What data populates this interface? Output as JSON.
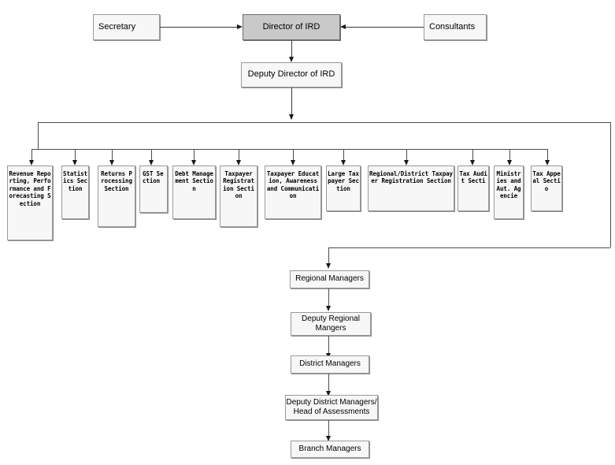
{
  "chart": {
    "title": "IRD Organisational Structure Chart",
    "type": "org-chart",
    "colors": {
      "box_fill": "#f7f7f7",
      "box_border": "#9a9a9a",
      "highlight_fill": "#c9c9c9",
      "highlight_border": "#6e6e6e",
      "connector": "#4c4c4c",
      "arrow": "#1a1a1a",
      "background": "#ffffff"
    }
  },
  "top_tier": {
    "secretary": "Secretary",
    "director": "Director of IRD",
    "consultants": "Consultants",
    "deputy_director": "Deputy Director of IRD"
  },
  "sections": [
    {
      "label": "Revenue Reporting, Performance and Forecasting Section"
    },
    {
      "label": "Statistics Section"
    },
    {
      "label": "Returns Processing Section"
    },
    {
      "label": "GST Section"
    },
    {
      "label": "Debt Management Section"
    },
    {
      "label": "Taxpayer Registration Section"
    },
    {
      "label": "Taxpayer Education, Awareness and Communication"
    },
    {
      "label": "Large Taxpayer Section"
    },
    {
      "label": "Regional/District Taxpayer Registration Section"
    },
    {
      "label": "Tax Audit Secti"
    },
    {
      "label": "Ministries and Aut. Agencie"
    },
    {
      "label": "Tax Appeal Sectio"
    }
  ],
  "field_chain": [
    {
      "label": "Regional Managers"
    },
    {
      "label": "Deputy Regional Mangers"
    },
    {
      "label": "District Managers"
    },
    {
      "label": "Deputy District Managers/ Head of Assessments"
    },
    {
      "label": "Branch Managers"
    }
  ]
}
